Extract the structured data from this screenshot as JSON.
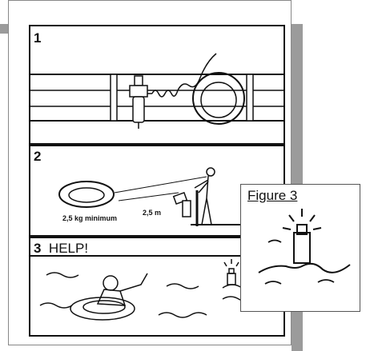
{
  "panels": [
    {
      "number": "1"
    },
    {
      "number": "2",
      "label_weight": "2,5 kg minimum",
      "label_distance": "2,5 m"
    },
    {
      "number": "3",
      "caption": "HELP!"
    }
  ],
  "callout": {
    "title": "Figure 3"
  }
}
